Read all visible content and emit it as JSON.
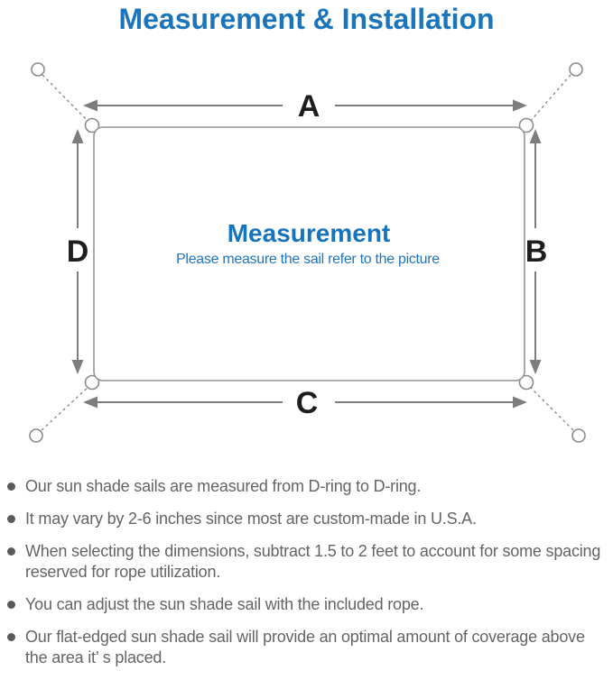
{
  "title": {
    "text": "Measurement & Installation",
    "color": "#1b75bc"
  },
  "diagram": {
    "labels": {
      "top": "A",
      "right": "B",
      "bottom": "C",
      "left": "D"
    },
    "center": {
      "heading": "Measurement",
      "heading_color": "#1673be",
      "subtext": "Please measure the sail refer to the picture",
      "subtext_color": "#1f74c0"
    },
    "line_color": "#8a8a8a",
    "arrow_color": "#7d7d7d",
    "label_color": "#1e1e1e"
  },
  "notes": {
    "bullet_color": "#5a5a5a",
    "text_color": "#646464",
    "items": [
      "Our sun shade sails are measured from D-ring to D-ring.",
      "It may vary by 2-6 inches since most are custom-made in U.S.A.",
      "When selecting the dimensions, subtract 1.5 to 2 feet to account for some spacing reserved for rope utilization.",
      "You can adjust the sun shade sail with the included rope.",
      "Our flat-edged sun shade sail will provide an optimal amount of coverage above the area it’ s placed."
    ]
  }
}
